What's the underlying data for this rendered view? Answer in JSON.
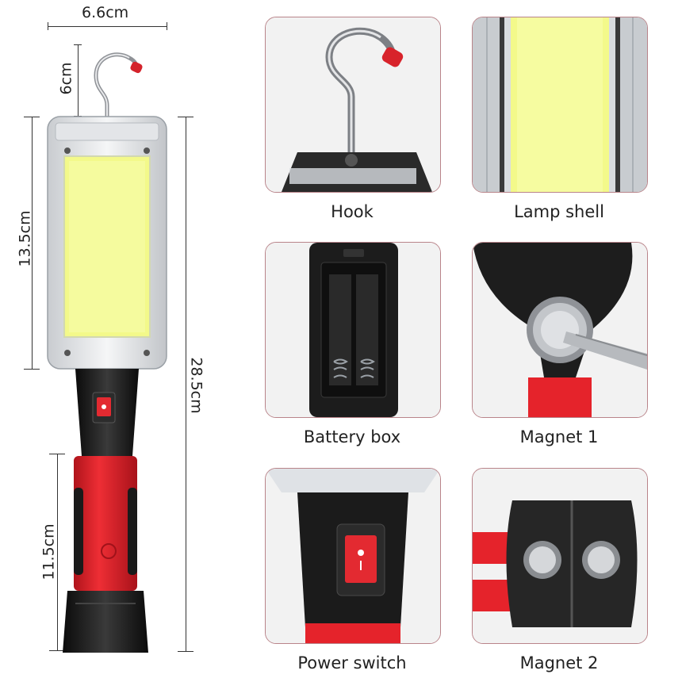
{
  "dimensions": {
    "width": "6.6cm",
    "hook": "6cm",
    "lamp": "13.5cm",
    "total": "28.5cm",
    "handle": "11.5cm"
  },
  "panels": [
    {
      "label": "Hook"
    },
    {
      "label": "Lamp shell"
    },
    {
      "label": "Battery box"
    },
    {
      "label": "Magnet 1"
    },
    {
      "label": "Power switch"
    },
    {
      "label": "Magnet 2"
    }
  ],
  "colors": {
    "lamp_yellow": "#f3f98a",
    "handle_red": "#e5232b",
    "body_black": "#1d1d1d",
    "panel_border": "#b9848a"
  }
}
